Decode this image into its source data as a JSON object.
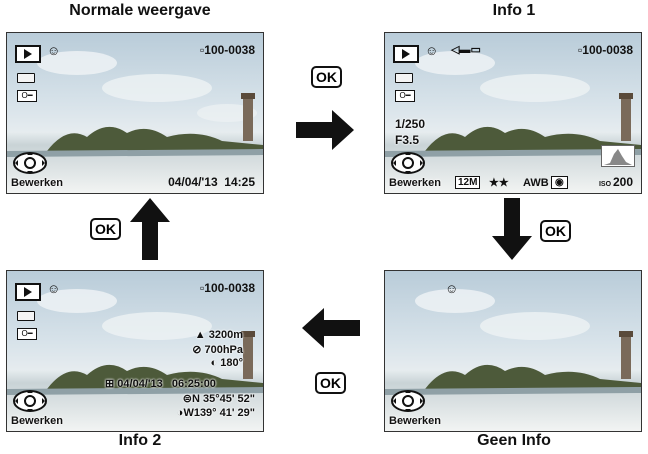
{
  "titles": {
    "normal": "Normale weergave",
    "info1": "Info 1",
    "info2": "Info 2",
    "noinfo": "Geen Info"
  },
  "ok_label": "OK",
  "common": {
    "file_number": "100-0038",
    "edit_label": "Bewerken"
  },
  "normal": {
    "datetime": "04/04/'13  14:25"
  },
  "info1": {
    "shutter": "1/250",
    "aperture": "F3.5",
    "size": "12M",
    "quality": "★★",
    "awb": "AWB",
    "iso": "200"
  },
  "info2": {
    "altitude": "3200m",
    "pressure": "700hPa",
    "direction": "180°",
    "date": "04/04/'13",
    "time": "06:25:00",
    "latitude": "N 35°45' 52\"",
    "longitude": "W139° 41' 29\""
  }
}
